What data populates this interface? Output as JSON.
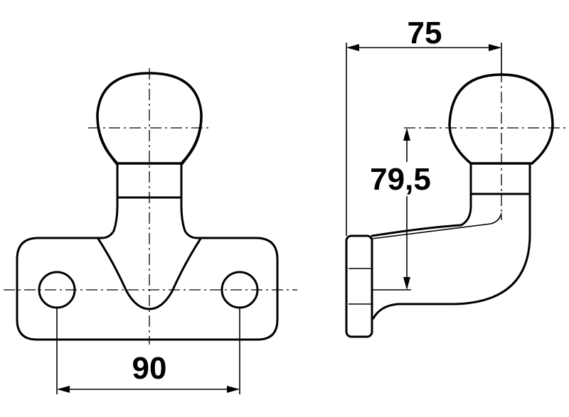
{
  "dimensions": {
    "hole_spacing": "90",
    "horizontal_offset": "75",
    "vertical_height": "79,5"
  },
  "colors": {
    "line": "#000000",
    "background": "#ffffff"
  }
}
